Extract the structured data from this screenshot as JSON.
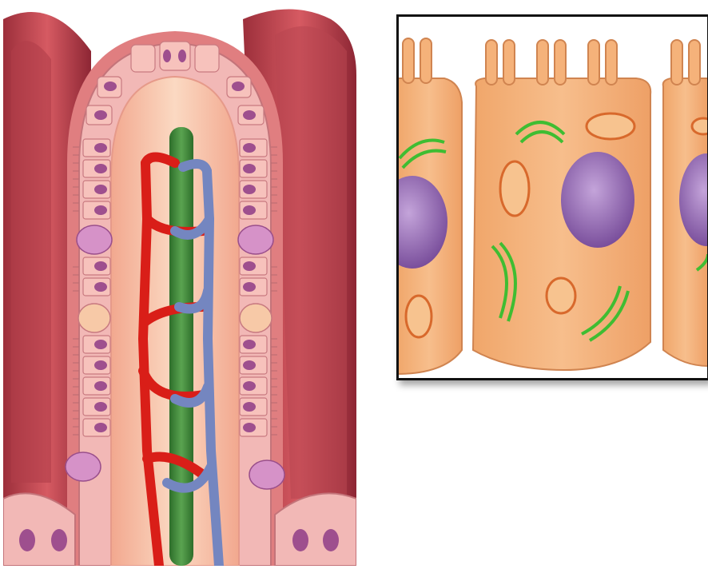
{
  "figure": {
    "panels": [
      {
        "id": "villus",
        "subject": "intestinal-villus-cross-section"
      },
      {
        "id": "cells",
        "subject": "enterocyte-closeup"
      }
    ],
    "colors": {
      "background": "#ffffff",
      "villus_tissue": "#c8505a",
      "villus_core": "#f6c6a8",
      "epithelium": "#f3b6b0",
      "cell_nucleus": "#9a4d8c",
      "goblet_cell": "#c97fb8",
      "artery": "#e0201b",
      "vein": "#7b8cc2",
      "lacteal": "#3f8a3a",
      "enterocyte_body": "#f4b27c",
      "enterocyte_nucleus": "#9c78b8",
      "mitochondria": "#e86f2c",
      "golgi": "#4cc43a",
      "frame": "#111111"
    }
  }
}
